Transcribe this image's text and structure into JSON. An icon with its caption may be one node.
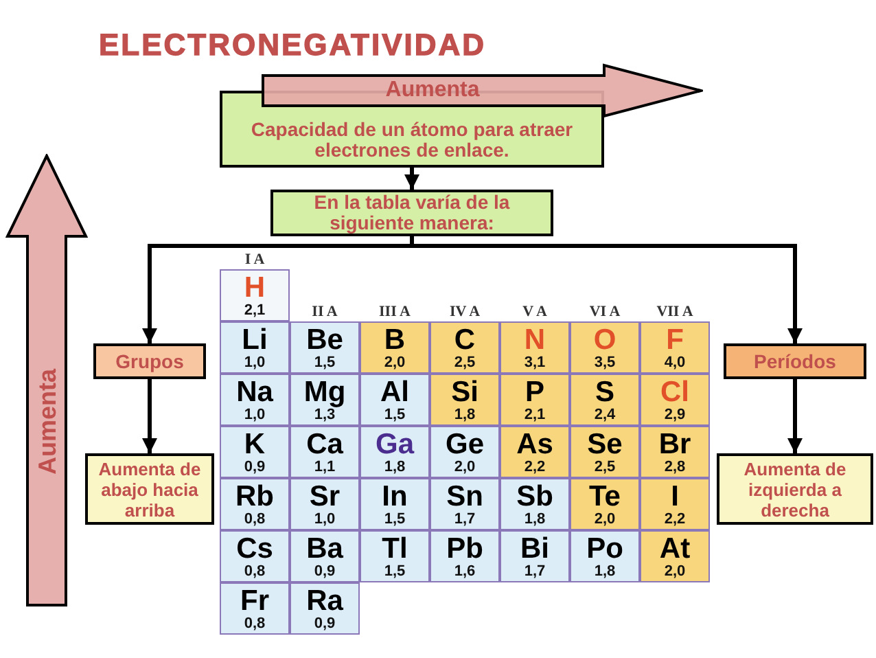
{
  "diagram": {
    "title": "ELECTRONEGATIVIDAD",
    "nodes": [
      {
        "text": [
          "Aumenta"
        ]
      },
      {
        "text": [
          "Capacidad de un átomo para atraer electrones de enlace."
        ]
      },
      {
        "text": [
          "En la tabla varía de la siguiente manera:"
        ]
      },
      {
        "text": [
          "Aumenta"
        ]
      },
      {
        "text": [
          "Grupos"
        ]
      },
      {
        "text": [
          "Períodos"
        ]
      },
      {
        "text": [
          "Aumenta de abajo hacia arriba"
        ]
      },
      {
        "text": [
          "Aumenta de izquierda a derecha"
        ]
      },
      {
        "text": [
          "H",
          "2,1"
        ]
      },
      {
        "text": [
          "Li",
          "1,0"
        ]
      },
      {
        "text": [
          "Be",
          "1,5"
        ]
      },
      {
        "text": [
          "B",
          "2,0"
        ]
      },
      {
        "text": [
          "C",
          "2,5"
        ]
      },
      {
        "text": [
          "N",
          "3,1"
        ]
      },
      {
        "text": [
          "O",
          "3,5"
        ]
      },
      {
        "text": [
          "F",
          "4,0"
        ]
      },
      {
        "text": [
          "Na",
          "1,0"
        ]
      },
      {
        "text": [
          "Mg",
          "1,3"
        ]
      },
      {
        "text": [
          "Al",
          "1,5"
        ]
      },
      {
        "text": [
          "Si",
          "1,8"
        ]
      },
      {
        "text": [
          "P",
          "2,1"
        ]
      },
      {
        "text": [
          "S",
          "2,4"
        ]
      },
      {
        "text": [
          "Cl",
          "2,9"
        ]
      },
      {
        "text": [
          "K",
          "0,9"
        ]
      },
      {
        "text": [
          "Ca",
          "1,1"
        ]
      },
      {
        "text": [
          "Ga",
          "1,8"
        ]
      },
      {
        "text": [
          "Ge",
          "2,0"
        ]
      },
      {
        "text": [
          "As",
          "2,2"
        ]
      },
      {
        "text": [
          "Se",
          "2,5"
        ]
      },
      {
        "text": [
          "Br",
          "2,8"
        ]
      },
      {
        "text": [
          "Rb",
          "0,8"
        ]
      },
      {
        "text": [
          "Sr",
          "1,0"
        ]
      },
      {
        "text": [
          "In",
          "1,5"
        ]
      },
      {
        "text": [
          "Sn",
          "1,7"
        ]
      },
      {
        "text": [
          "Sb",
          "1,8"
        ]
      },
      {
        "text": [
          "Te",
          "2,0"
        ]
      },
      {
        "text": [
          "I",
          "2,2"
        ]
      },
      {
        "text": [
          "Cs",
          "0,8"
        ]
      },
      {
        "text": [
          "Ba",
          "0,9"
        ]
      },
      {
        "text": [
          "Tl",
          "1,5"
        ]
      },
      {
        "text": [
          "Pb",
          "1,6"
        ]
      },
      {
        "text": [
          "Bi",
          "1,7"
        ]
      },
      {
        "text": [
          "Po",
          "1,8"
        ]
      },
      {
        "text": [
          "At",
          "2,0"
        ]
      },
      {
        "text": [
          "Fr",
          "0,8"
        ]
      },
      {
        "text": [
          "Ra",
          "0,9"
        ]
      }
    ],
    "edges": [
      {
        "from": 1,
        "to": 2,
        "arrow": "to"
      },
      {
        "from": 2,
        "to": 4,
        "arrow": "to"
      },
      {
        "from": 2,
        "to": 5,
        "arrow": "to"
      },
      {
        "from": 4,
        "to": 6,
        "arrow": "to"
      },
      {
        "from": 5,
        "to": 7,
        "arrow": "to"
      }
    ],
    "labels": [
      "I A",
      "II A",
      "III A",
      "IV A",
      "V A",
      "VI A",
      "VII A"
    ]
  }
}
